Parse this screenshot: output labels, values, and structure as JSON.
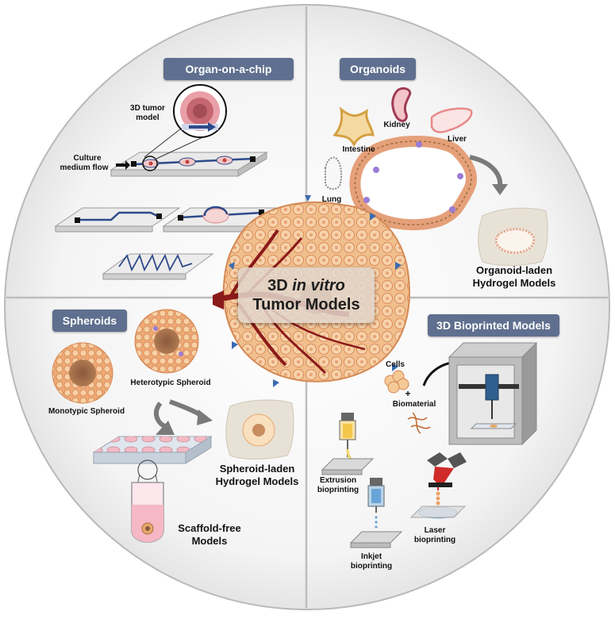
{
  "central": {
    "line1_pre": "3D ",
    "line1_italic": "in vitro",
    "line2": "Tumor Models"
  },
  "organ_on_chip": {
    "title": "Organ-on-a-chip",
    "tumor_label_1": "3D tumor",
    "tumor_label_2": "model",
    "flow_label_1": "Culture",
    "flow_label_2": "medium flow"
  },
  "organoids": {
    "title": "Organoids",
    "kidney": "Kidney",
    "intestine": "Intestine",
    "liver": "Liver",
    "lung": "Lung",
    "hydrogel_1": "Organoid-laden",
    "hydrogel_2": "Hydrogel Models"
  },
  "spheroids": {
    "title": "Spheroids",
    "heterotypic": "Heterotypic Spheroid",
    "monotypic": "Monotypic Spheroid",
    "hydrogel_1": "Spheroid-laden",
    "hydrogel_2": "Hydrogel Models",
    "scaffold_1": "Scaffold-free",
    "scaffold_2": "Models"
  },
  "bioprinted": {
    "title": "3D Bioprinted Models",
    "cells": "Cells",
    "plus": "+",
    "biomaterial": "Biomaterial",
    "extrusion_1": "Extrusion",
    "extrusion_2": "bioprinting",
    "inkjet_1": "Inkjet",
    "inkjet_2": "bioprinting",
    "laser_1": "Laser",
    "laser_2": "bioprinting"
  },
  "colors": {
    "pill": "#5f6f8f",
    "tumor_cell": "#f2c79a",
    "vessel": "#8b1a1a",
    "chip_channel": "#2e4a8a",
    "organoid_ring": "#e5a07a"
  }
}
